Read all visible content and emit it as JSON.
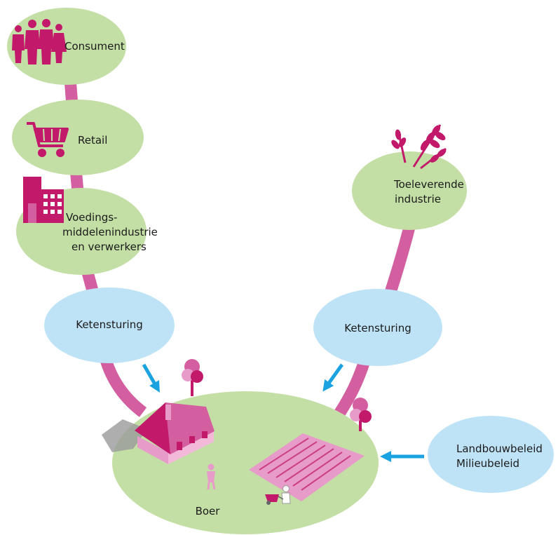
{
  "nodes": {
    "consument": "Consument",
    "retail": "Retail",
    "voedings_line1": "Voedings-",
    "voedings_line2": "middelenindustrie",
    "voedings_line3": "en verwerkers",
    "toeleverende_line1": "Toeleverende",
    "toeleverende_line2": "industrie",
    "ketensturing_left": "Ketensturing",
    "ketensturing_right": "Ketensturing",
    "beleid_line1": "Landbouwbeleid",
    "beleid_line2": "Milieubeleid",
    "boer": "Boer"
  },
  "icons": [
    "people-icon",
    "shopping-cart-icon",
    "factory-building-icon",
    "wheat-icon",
    "farmhouse-icon",
    "tree-icon",
    "field-icon",
    "farmer-icon"
  ],
  "colors": {
    "connector": "#d35fa0",
    "green_node": "#c4dfa5",
    "blue_node": "#bfe3f6",
    "arrow": "#1aa3e0",
    "icon_magenta": "#c2196b",
    "pink_light": "#e79bc8"
  }
}
